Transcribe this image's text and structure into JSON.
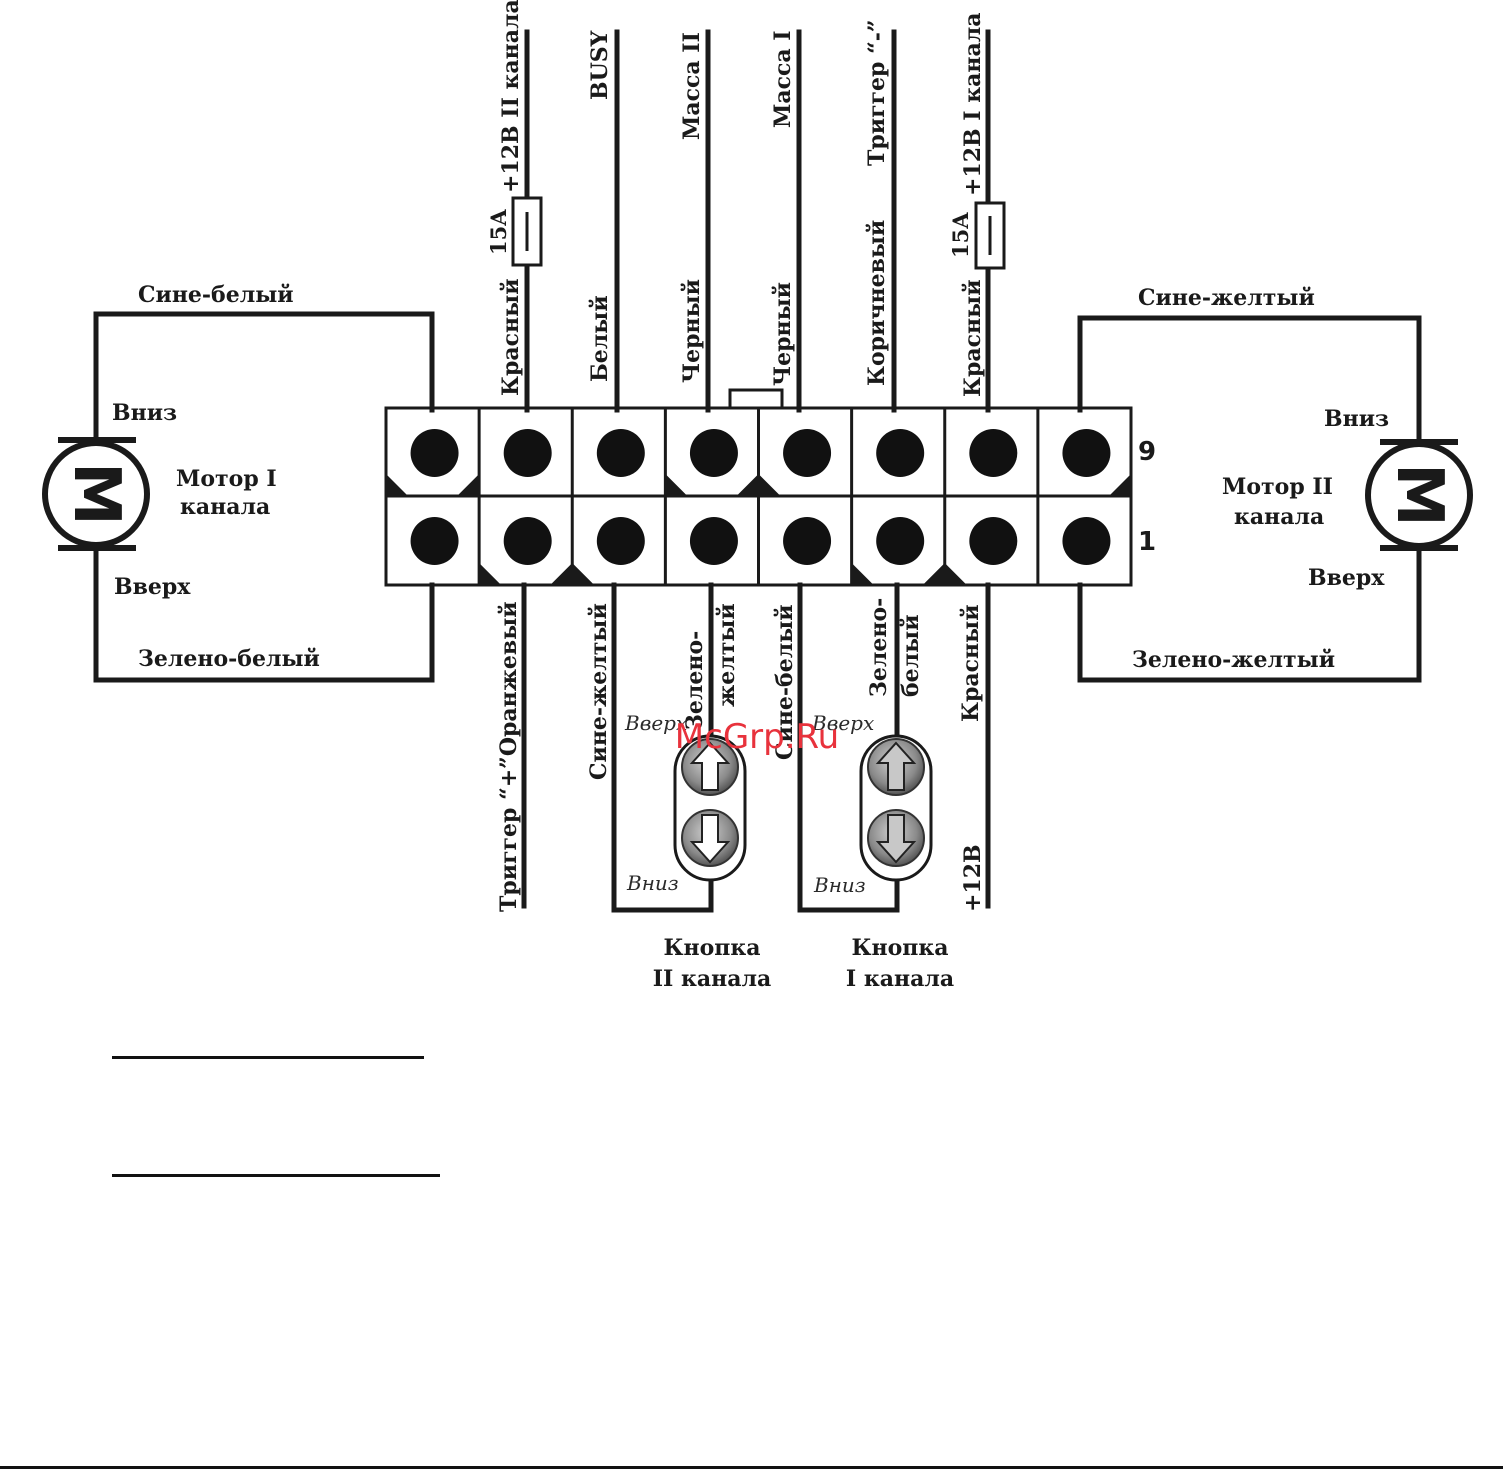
{
  "pin_numbers": {
    "top": "9",
    "bottom": "1"
  },
  "motors": {
    "left": {
      "letter": "M",
      "title_line1": "Мотор I",
      "title_line2": "канала",
      "down": "Вниз",
      "up": "Вверх",
      "top_wire": "Сине-белый",
      "bottom_wire": "Зелено-белый"
    },
    "right": {
      "letter": "M",
      "title_line1": "Мотор II",
      "title_line2": "канала",
      "down": "Вниз",
      "up": "Вверх",
      "top_wire": "Сине-желтый",
      "bottom_wire": "Зелено-желтый"
    }
  },
  "top_wires": [
    {
      "color": "Красный",
      "function": "+12В II канала",
      "fuse": "15A"
    },
    {
      "color": "Белый",
      "function": "BUSY"
    },
    {
      "color": "Черный",
      "function": "Масса II"
    },
    {
      "color": "Черный",
      "function": "Масса I"
    },
    {
      "color": "Коричневый",
      "function": "Триггер “-”"
    },
    {
      "color": "Красный",
      "function": "+12В I канала",
      "fuse": "15A"
    }
  ],
  "bottom_wires": [
    {
      "label": "Триггер “+”Оранжевый"
    },
    {
      "label": "Сине-желтый"
    },
    {
      "label_line1": "Зелено-",
      "label_line2": "желтый"
    },
    {
      "label": "Сине-белый"
    },
    {
      "label_line1": "Зелено-",
      "label_line2": "белый"
    },
    {
      "label": "Красный"
    },
    {
      "label": "+12В"
    }
  ],
  "buttons": [
    {
      "up": "Вверх",
      "down": "Вниз",
      "caption_line1": "Кнопка",
      "caption_line2": "II канала"
    },
    {
      "up": "Вверх",
      "down": "Вниз",
      "caption_line1": "Кнопка",
      "caption_line2": "I канала"
    }
  ],
  "watermark": "McGrp.Ru"
}
